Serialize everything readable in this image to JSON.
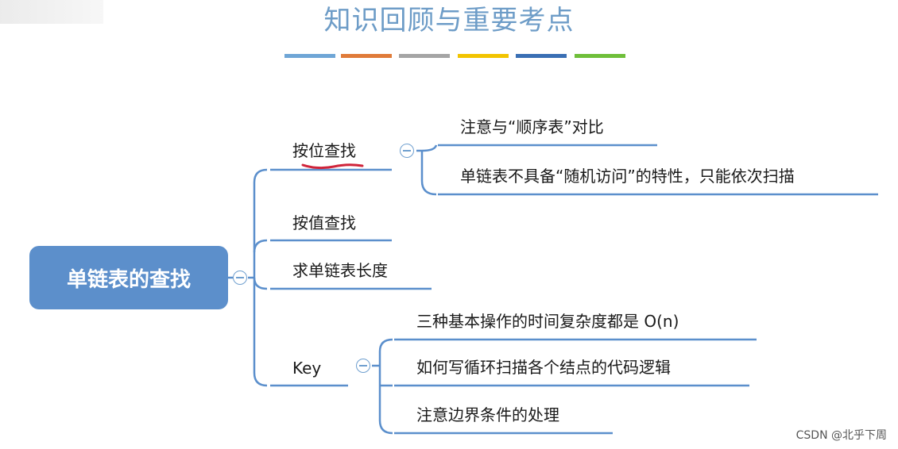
{
  "header": {
    "title": "知识回顾与重要考点",
    "swatch_colors": [
      "#6fa6d6",
      "#e07b39",
      "#a5a5a5",
      "#f2c400",
      "#3a6fb4",
      "#6fbf3a"
    ]
  },
  "mindmap": {
    "root": "单链表的查找",
    "branches": [
      {
        "label": "按位查找",
        "children": [
          "注意与“顺序表”对比",
          "单链表不具备“随机访问”的特性，只能依次扫描"
        ]
      },
      {
        "label": "按值查找",
        "children": []
      },
      {
        "label": "求单链表长度",
        "children": []
      },
      {
        "label": "Key",
        "children": [
          "三种基本操作的时间复杂度都是 O(n)",
          "如何写循环扫描各个结点的代码逻辑",
          "注意边界条件的处理"
        ]
      }
    ],
    "line_color": "#5b8fcc",
    "highlight_color": "#d0243a"
  },
  "watermark": "CSDN @北乎下周"
}
